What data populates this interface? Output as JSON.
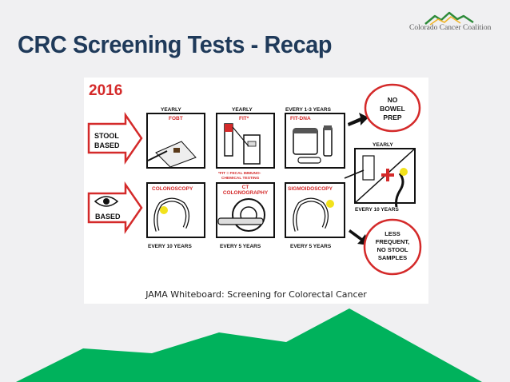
{
  "slide": {
    "title": "CRC Screening Tests - Recap",
    "logo_text": "Colorado Cancer Coalition"
  },
  "whiteboard": {
    "year": "2016",
    "stool_based": [
      "STOOL",
      "BASED"
    ],
    "eye_based": "BASED",
    "row1": [
      {
        "freq": "YEARLY",
        "name": "FOBT"
      },
      {
        "freq": "YEARLY",
        "name": "FIT*"
      },
      {
        "freq": "EVERY 1-3 YEARS",
        "name": "FIT-DNA"
      }
    ],
    "fit_footnote": [
      "*FIT = FECAL IMMUNO-",
      "CHEMICAL TESTING"
    ],
    "no_prep": [
      "NO",
      "BOWEL",
      "PREP"
    ],
    "combo_top": "YEARLY",
    "combo_bottom": "EVERY 10 YEARS",
    "row2": [
      {
        "name": [
          "COLONOSCOPY"
        ],
        "freq": "EVERY 10 YEARS"
      },
      {
        "name": [
          "CT",
          "COLONOGRAPHY"
        ],
        "freq": "EVERY 5 YEARS"
      },
      {
        "name": [
          "SIGMOIDOSCOPY"
        ],
        "freq": "EVERY 5 YEARS"
      }
    ],
    "less_frequent": [
      "LESS",
      "FREQUENT,",
      "NO STOOL",
      "SAMPLES"
    ],
    "caption": "JAMA Whiteboard: Screening for Colorectal Cancer"
  },
  "colors": {
    "title": "#1f3a5a",
    "accent_red": "#d42a2a",
    "highlight_yellow": "#f2e21c",
    "mountain_green": "#00b25c"
  }
}
